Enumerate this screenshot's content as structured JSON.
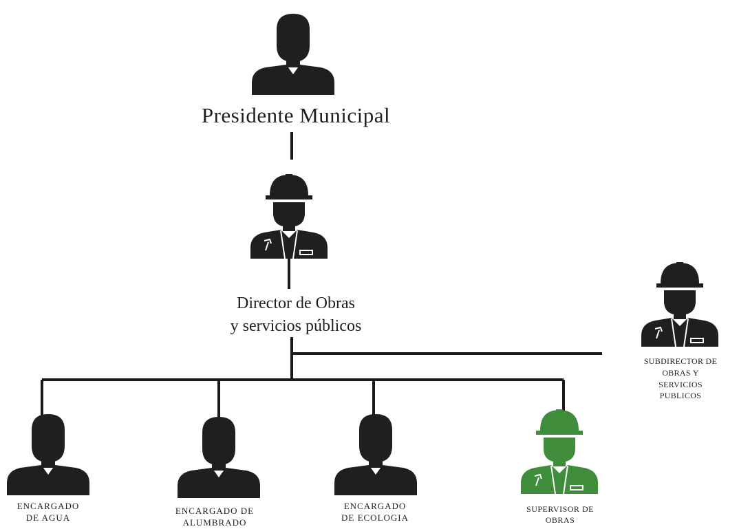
{
  "colors": {
    "ink": "#1f1f1f",
    "highlight": "#3f8c3a",
    "line": "#1a1a1a"
  },
  "nodes": {
    "president": {
      "lines": [
        "Presidente Municipal"
      ],
      "icon": "person-icon"
    },
    "director": {
      "lines": [
        "Director de Obras",
        "y servicios públicos"
      ],
      "icon": "worker-icon"
    },
    "subdirector": {
      "lines": [
        "SUBDIRECTOR DE",
        "OBRAS Y",
        "SERVICIOS",
        "PUBLICOS"
      ],
      "icon": "worker-icon"
    },
    "agua": {
      "lines": [
        "ENCARGADO",
        "DE AGUA"
      ],
      "icon": "person-icon"
    },
    "alumbrado": {
      "lines": [
        "ENCARGADO DE",
        "ALUMBRADO"
      ],
      "icon": "person-icon"
    },
    "ecologia": {
      "lines": [
        "ENCARGADO",
        "DE ECOLOGIA"
      ],
      "icon": "person-icon"
    },
    "supervisor": {
      "lines": [
        "SUPERVISOR DE",
        "OBRAS"
      ],
      "icon": "worker-icon",
      "highlight": true
    }
  }
}
